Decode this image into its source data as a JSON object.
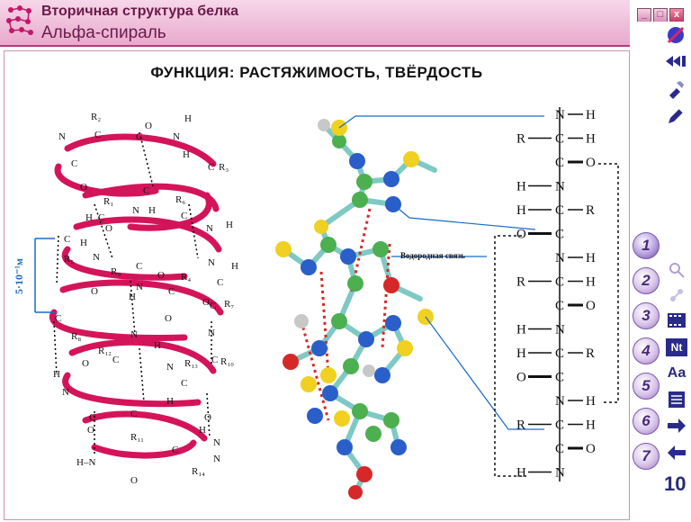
{
  "window": {
    "title": "Вторичная структура белка",
    "subtitle": "Альфа-спираль",
    "controls": [
      "_",
      "□",
      "x"
    ]
  },
  "slide": {
    "heading": "ФУНКЦИЯ: РАСТЯЖИМОСТЬ, ТВЁРДОСТЬ",
    "pitch_label": "5·10⁻¹м",
    "hbond_label": "Водородная связь"
  },
  "helix_labels": [
    {
      "t": "R₂"
    },
    {
      "t": "H"
    },
    {
      "t": "N"
    },
    {
      "t": "C"
    },
    {
      "t": "C"
    },
    {
      "t": "O"
    },
    {
      "t": "H"
    },
    {
      "t": "N"
    },
    {
      "t": "C"
    },
    {
      "t": "R₃"
    },
    {
      "t": "C"
    },
    {
      "t": "O"
    },
    {
      "t": "C"
    },
    {
      "t": "N"
    },
    {
      "t": "H"
    },
    {
      "t": "R₁"
    },
    {
      "t": "R₆"
    },
    {
      "t": "N"
    },
    {
      "t": "H"
    },
    {
      "t": "H"
    },
    {
      "t": "C"
    },
    {
      "t": "O"
    },
    {
      "t": "C"
    },
    {
      "t": "N"
    },
    {
      "t": "H"
    },
    {
      "t": "C"
    },
    {
      "t": "R₅"
    },
    {
      "t": "N"
    },
    {
      "t": "C"
    },
    {
      "t": "H"
    },
    {
      "t": "R₄"
    },
    {
      "t": "O"
    },
    {
      "t": "R₉"
    },
    {
      "t": "C"
    },
    {
      "t": "N"
    },
    {
      "t": "O"
    },
    {
      "t": "C"
    },
    {
      "t": "H"
    },
    {
      "t": "O"
    },
    {
      "t": "C"
    },
    {
      "t": "R₇"
    },
    {
      "t": "R₈"
    },
    {
      "t": "N"
    },
    {
      "t": "R₁₂"
    },
    {
      "t": "C"
    },
    {
      "t": "O"
    },
    {
      "t": "H"
    },
    {
      "t": "R₁₃"
    },
    {
      "t": "C"
    },
    {
      "t": "R₁₀"
    },
    {
      "t": "N"
    },
    {
      "t": "C"
    },
    {
      "t": "O"
    },
    {
      "t": "N"
    },
    {
      "t": "H"
    },
    {
      "t": "C"
    },
    {
      "t": "R₁₁"
    },
    {
      "t": "H"
    },
    {
      "t": "N"
    },
    {
      "t": "O"
    },
    {
      "t": "C"
    },
    {
      "t": "C"
    },
    {
      "t": "R₁₄"
    },
    {
      "t": "O"
    },
    {
      "t": "C"
    },
    {
      "t": "H"
    },
    {
      "t": "N"
    },
    {
      "t": "O"
    },
    {
      "t": "H–N"
    },
    {
      "t": "N"
    }
  ],
  "chain": [
    {
      "left": "",
      "center": "N",
      "right": "H"
    },
    {
      "left": "R",
      "center": "C",
      "right": "H"
    },
    {
      "left": "",
      "center": "C",
      "right": "O"
    },
    {
      "left": "H",
      "center": "N",
      "right": ""
    },
    {
      "left": "H",
      "center": "C",
      "right": "R"
    },
    {
      "left": "O",
      "center": "C",
      "right": ""
    },
    {
      "left": "",
      "center": "N",
      "right": "H"
    },
    {
      "left": "R",
      "center": "C",
      "right": "H"
    },
    {
      "left": "",
      "center": "C",
      "right": "O"
    },
    {
      "left": "H",
      "center": "N",
      "right": ""
    },
    {
      "left": "H",
      "center": "C",
      "right": "R"
    },
    {
      "left": "O",
      "center": "C",
      "right": ""
    },
    {
      "left": "",
      "center": "N",
      "right": "H"
    },
    {
      "left": "R",
      "center": "C",
      "right": "H"
    },
    {
      "left": "",
      "center": "C",
      "right": "O"
    },
    {
      "left": "H",
      "center": "N",
      "right": ""
    }
  ],
  "sidebar": {
    "top_icons": [
      "no-entry-icon",
      "rewind-icon",
      "flashlight-icon",
      "pencil-icon"
    ],
    "numbered_buttons": [
      "1",
      "2",
      "3",
      "4",
      "5",
      "6",
      "7"
    ],
    "active_button": "1",
    "tool_icons": [
      {
        "name": "magnifier-icon",
        "label": "🔍"
      },
      {
        "name": "molecule-icon",
        "label": "⚬"
      },
      {
        "name": "film-icon",
        "label": "▦"
      },
      {
        "name": "notes-icon",
        "label": "Nt"
      },
      {
        "name": "font-icon",
        "label": "Aa"
      },
      {
        "name": "list-icon",
        "label": "☰"
      },
      {
        "name": "next-icon",
        "label": "➡"
      },
      {
        "name": "back-icon",
        "label": "⬅"
      }
    ],
    "page_number": "10"
  },
  "colors": {
    "helix_ribbon": "#d4145a",
    "title_bar": "#f2c2dc",
    "accent_blue": "#1a6ac8",
    "atom_carbon": "#4caf50",
    "atom_nitrogen": "#2a5ec8",
    "atom_oxygen": "#d62828",
    "atom_sulfur": "#f0d020",
    "atom_hydrogen": "#c8c8c8",
    "bond": "#7fc9c4"
  }
}
